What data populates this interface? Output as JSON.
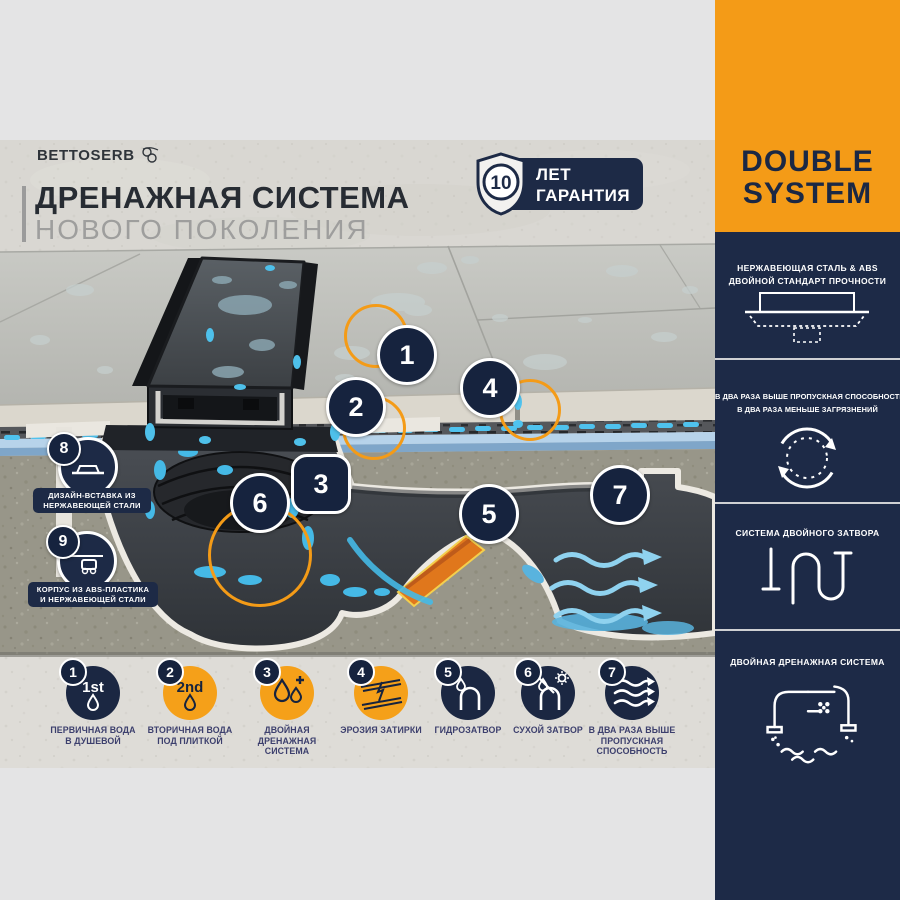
{
  "brand": {
    "name": "BETTOSERB"
  },
  "header": {
    "title": "ДРЕНАЖНАЯ СИСТЕМА",
    "subtitle": "НОВОГО ПОКОЛЕНИЯ"
  },
  "warranty": {
    "years": "10",
    "line1": "ЛЕТ",
    "line2": "ГАРАНТИЯ"
  },
  "sidebar": {
    "banner": {
      "line1": "DOUBLE",
      "line2": "SYSTEM"
    },
    "sections": [
      {
        "title": "НЕРЖАВЕЮЩАЯ СТАЛЬ & ABS\nДВОЙНОЙ СТАНДАРТ ПРОЧНОСТИ",
        "icon": "drain-profile-icon"
      },
      {
        "title": "В ДВА РАЗА ВЫШЕ ПРОПУСКНАЯ СПОСОБНОСТЬ -\nВ ДВА РАЗА МЕНЬШЕ ЗАГРЯЗНЕНИЙ",
        "icon": "circulation-arrows-icon"
      },
      {
        "title": "СИСТЕМА ДВОЙНОГО ЗАТВОРА",
        "icon": "double-trap-icon"
      },
      {
        "title": "ДВОЙНАЯ ДРЕНАЖНАЯ СИСТЕМА",
        "icon": "double-drain-icon"
      }
    ]
  },
  "diagram": {
    "callouts": {
      "c1": "1",
      "c2": "2",
      "c3": "3",
      "c4": "4",
      "c5": "5",
      "c6": "6",
      "c7": "7",
      "c8": "8",
      "c9": "9"
    },
    "labels": {
      "insert": "ДИЗАЙН-ВСТАВКА ИЗ\nНЕРЖАВЕЮЩЕЙ СТАЛИ",
      "body": "КОРПУС ИЗ ABS-ПЛАСТИКА\nИ НЕРЖАВЕЮЩЕЙ СТАЛИ"
    }
  },
  "legend": {
    "items": [
      {
        "num": "1",
        "badge": "1st",
        "label": "ПЕРВИЧНАЯ ВОДА\nВ ДУШЕВОЙ"
      },
      {
        "num": "2",
        "badge": "2nd",
        "label": "ВТОРИЧНАЯ ВОДА\nПОД ПЛИТКОЙ"
      },
      {
        "num": "3",
        "badge": "",
        "label": "ДВОЙНАЯ\nДРЕНАЖНАЯ\nСИСТЕМА"
      },
      {
        "num": "4",
        "badge": "",
        "label": "ЭРОЗИЯ ЗАТИРКИ"
      },
      {
        "num": "5",
        "badge": "",
        "label": "ГИДРОЗАТВОР"
      },
      {
        "num": "6",
        "badge": "",
        "label": "СУХОЙ ЗАТВОР"
      },
      {
        "num": "7",
        "badge": "",
        "label": "В ДВА РАЗА ВЫШЕ\nПРОПУСКНАЯ\nСПОСОБНОСТЬ"
      }
    ]
  },
  "colors": {
    "accent_orange": "#F49B17",
    "navy": "#1D2A47",
    "badge_navy": "#16233E",
    "water_blue": "#4DBCE8",
    "label_purple": "#3C3F6D"
  }
}
